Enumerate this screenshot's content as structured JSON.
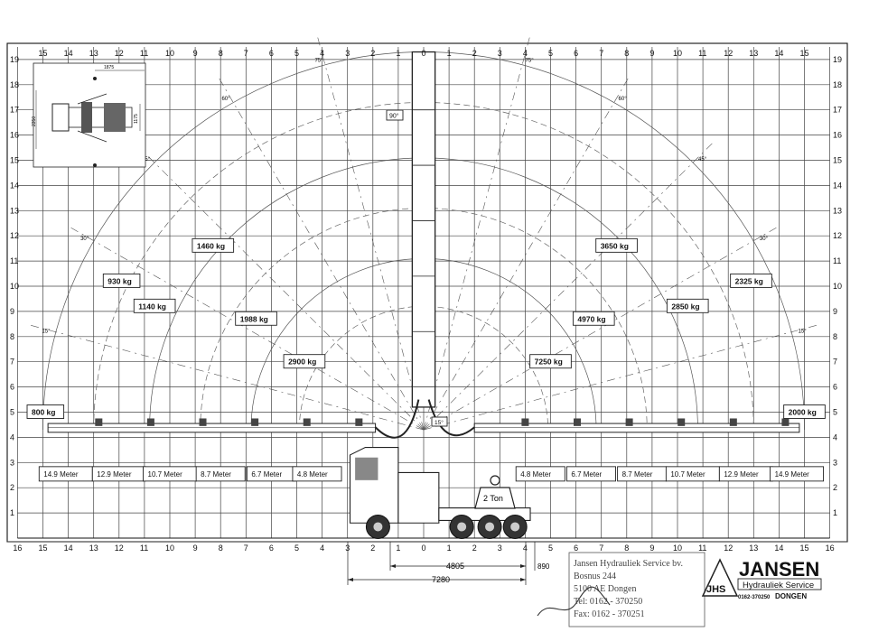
{
  "axis": {
    "top_x": [
      "15",
      "14",
      "13",
      "12",
      "11",
      "10",
      "9",
      "8",
      "7",
      "6",
      "5",
      "4",
      "3",
      "2",
      "1",
      "0",
      "1",
      "2",
      "3",
      "4",
      "5",
      "6",
      "7",
      "8",
      "9",
      "10",
      "11",
      "12",
      "13",
      "14",
      "15"
    ],
    "bottom_x": [
      "16",
      "15",
      "14",
      "13",
      "12",
      "11",
      "10",
      "9",
      "8",
      "7",
      "6",
      "5",
      "4",
      "3",
      "2",
      "1",
      "0",
      "1",
      "2",
      "3",
      "4",
      "5",
      "6",
      "7",
      "8",
      "9",
      "10",
      "11",
      "12",
      "13",
      "14",
      "15",
      "16"
    ],
    "y": [
      "19",
      "18",
      "17",
      "16",
      "15",
      "14",
      "13",
      "12",
      "11",
      "10",
      "9",
      "8",
      "7",
      "6",
      "5",
      "4",
      "3",
      "2",
      "1"
    ]
  },
  "angles": {
    "left": [
      "75°",
      "60°",
      "45°",
      "30°",
      "15°"
    ],
    "right": [
      "75°",
      "60°",
      "45°",
      "30°",
      "15°"
    ],
    "vertical": "90°",
    "slew": "15°"
  },
  "loads_left": [
    {
      "label": "1460 kg"
    },
    {
      "label": "930 kg"
    },
    {
      "label": "1140 kg"
    },
    {
      "label": "1988 kg"
    },
    {
      "label": "2900 kg"
    },
    {
      "label": "800 kg"
    }
  ],
  "loads_right": [
    {
      "label": "3650 kg"
    },
    {
      "label": "2325 kg"
    },
    {
      "label": "2850 kg"
    },
    {
      "label": "4970 kg"
    },
    {
      "label": "7250 kg"
    },
    {
      "label": "2000 kg"
    }
  ],
  "reach_left": [
    "14.9 Meter",
    "12.9 Meter",
    "10.7 Meter",
    "8.7 Meter",
    "6.7 Meter",
    "4.8 Meter"
  ],
  "reach_right": [
    "4.8 Meter",
    "6.7 Meter",
    "8.7 Meter",
    "10.7 Meter",
    "12.9 Meter",
    "14.9 Meter"
  ],
  "counterweight": "2 Ton",
  "dimensions": {
    "d1": "4805",
    "d2": "890",
    "d3": "7280",
    "inset_width": "1875",
    "inset_height": "2350",
    "inset_side": "1175"
  },
  "stamp": {
    "line1": "Jansen Hydrauliek Service bv.",
    "line2": "Bosnus 244",
    "line3": "5100 AE Dongen",
    "line4": "Tel: 0162 - 370250",
    "line5": "Fax: 0162 - 370251"
  },
  "logo": {
    "badge": "JHS",
    "name": "JANSEN",
    "sub": "Hydrauliek Service",
    "phone": "0162-370250",
    "city": "DONGEN"
  },
  "colors": {
    "ink": "#222222",
    "grid": "#444444",
    "stamp": "#555555"
  }
}
